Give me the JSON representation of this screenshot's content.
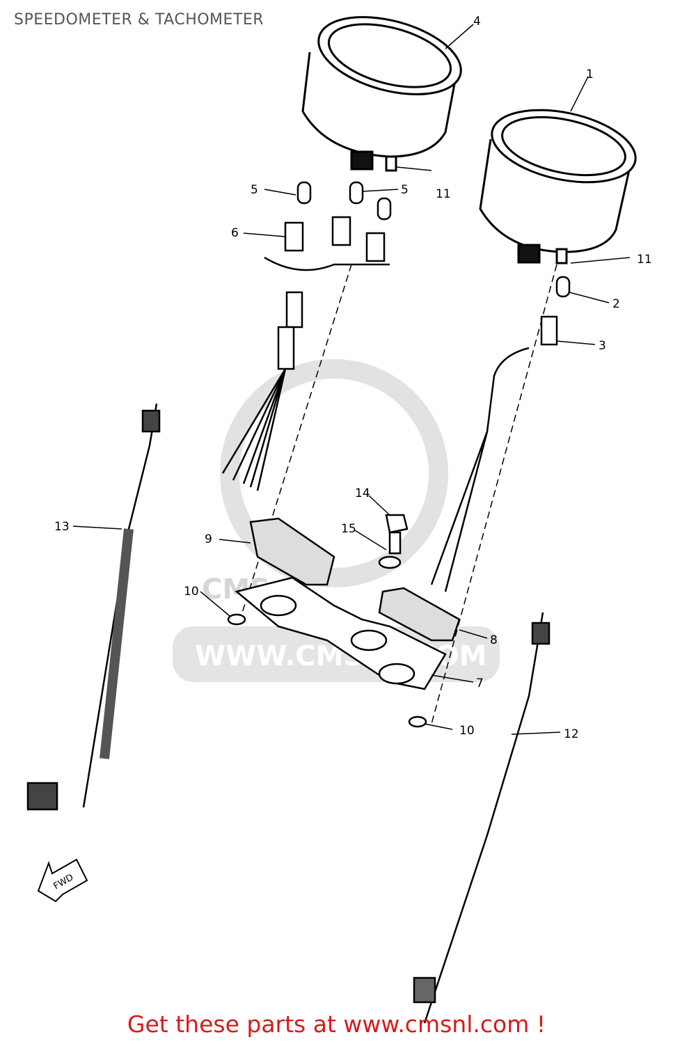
{
  "page_title": "SPEEDOMETER & TACHOMETER",
  "watermark": {
    "brand": "CMS",
    "url": "WWW.CMSNL.COM"
  },
  "fwd_label": "FWD",
  "callouts": [
    "4",
    "1",
    "5",
    "5",
    "6",
    "11",
    "11",
    "2",
    "3",
    "14",
    "15",
    "13",
    "9",
    "10",
    "8",
    "7",
    "10",
    "12"
  ],
  "footer_text": "Get these parts at www.cmsnl.com !",
  "colors": {
    "footer": "#d61b1b",
    "watermark": "#d6d6d6",
    "line": "#000000"
  }
}
